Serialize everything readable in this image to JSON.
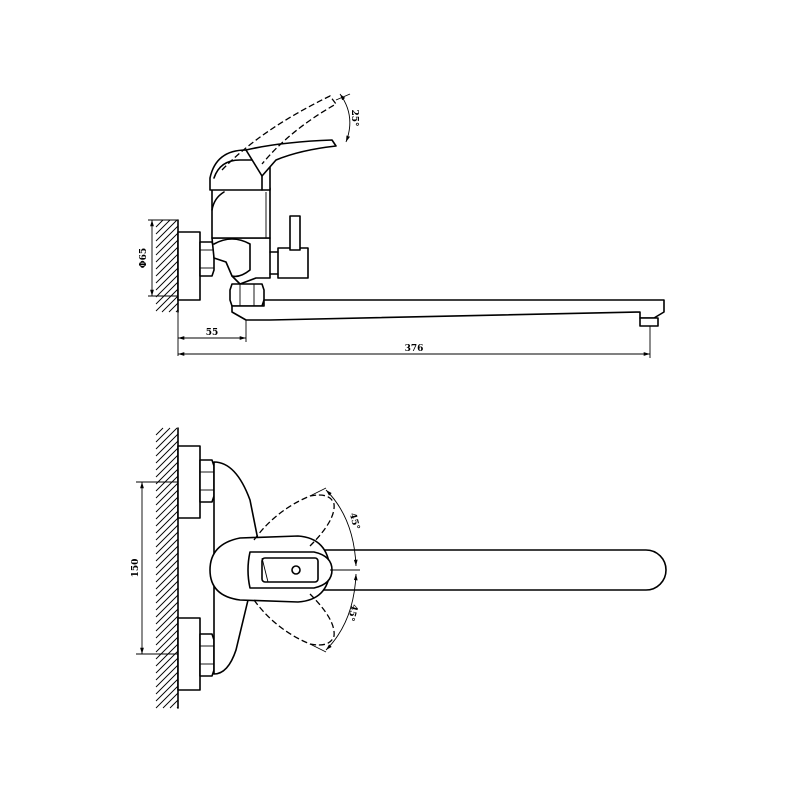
{
  "colors": {
    "line": "#000000",
    "background": "#ffffff"
  },
  "dimensions": {
    "lever_tilt_angle": "25°",
    "inlet_diameter": "Φ65",
    "wall_offset": "55",
    "spout_length": "376",
    "centre_distance": "150",
    "swing_upper": "45°",
    "swing_lower": "45°"
  }
}
